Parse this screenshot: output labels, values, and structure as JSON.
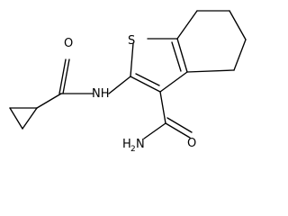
{
  "molecule": {
    "atoms": {
      "sulfur": "S",
      "amide_nitrogen": "NH",
      "amide_oxygen_left": "O",
      "amide_oxygen_right": "O",
      "amine_group_main": "H",
      "amine_group_sub": "2",
      "amine_group_n": "N"
    }
  }
}
